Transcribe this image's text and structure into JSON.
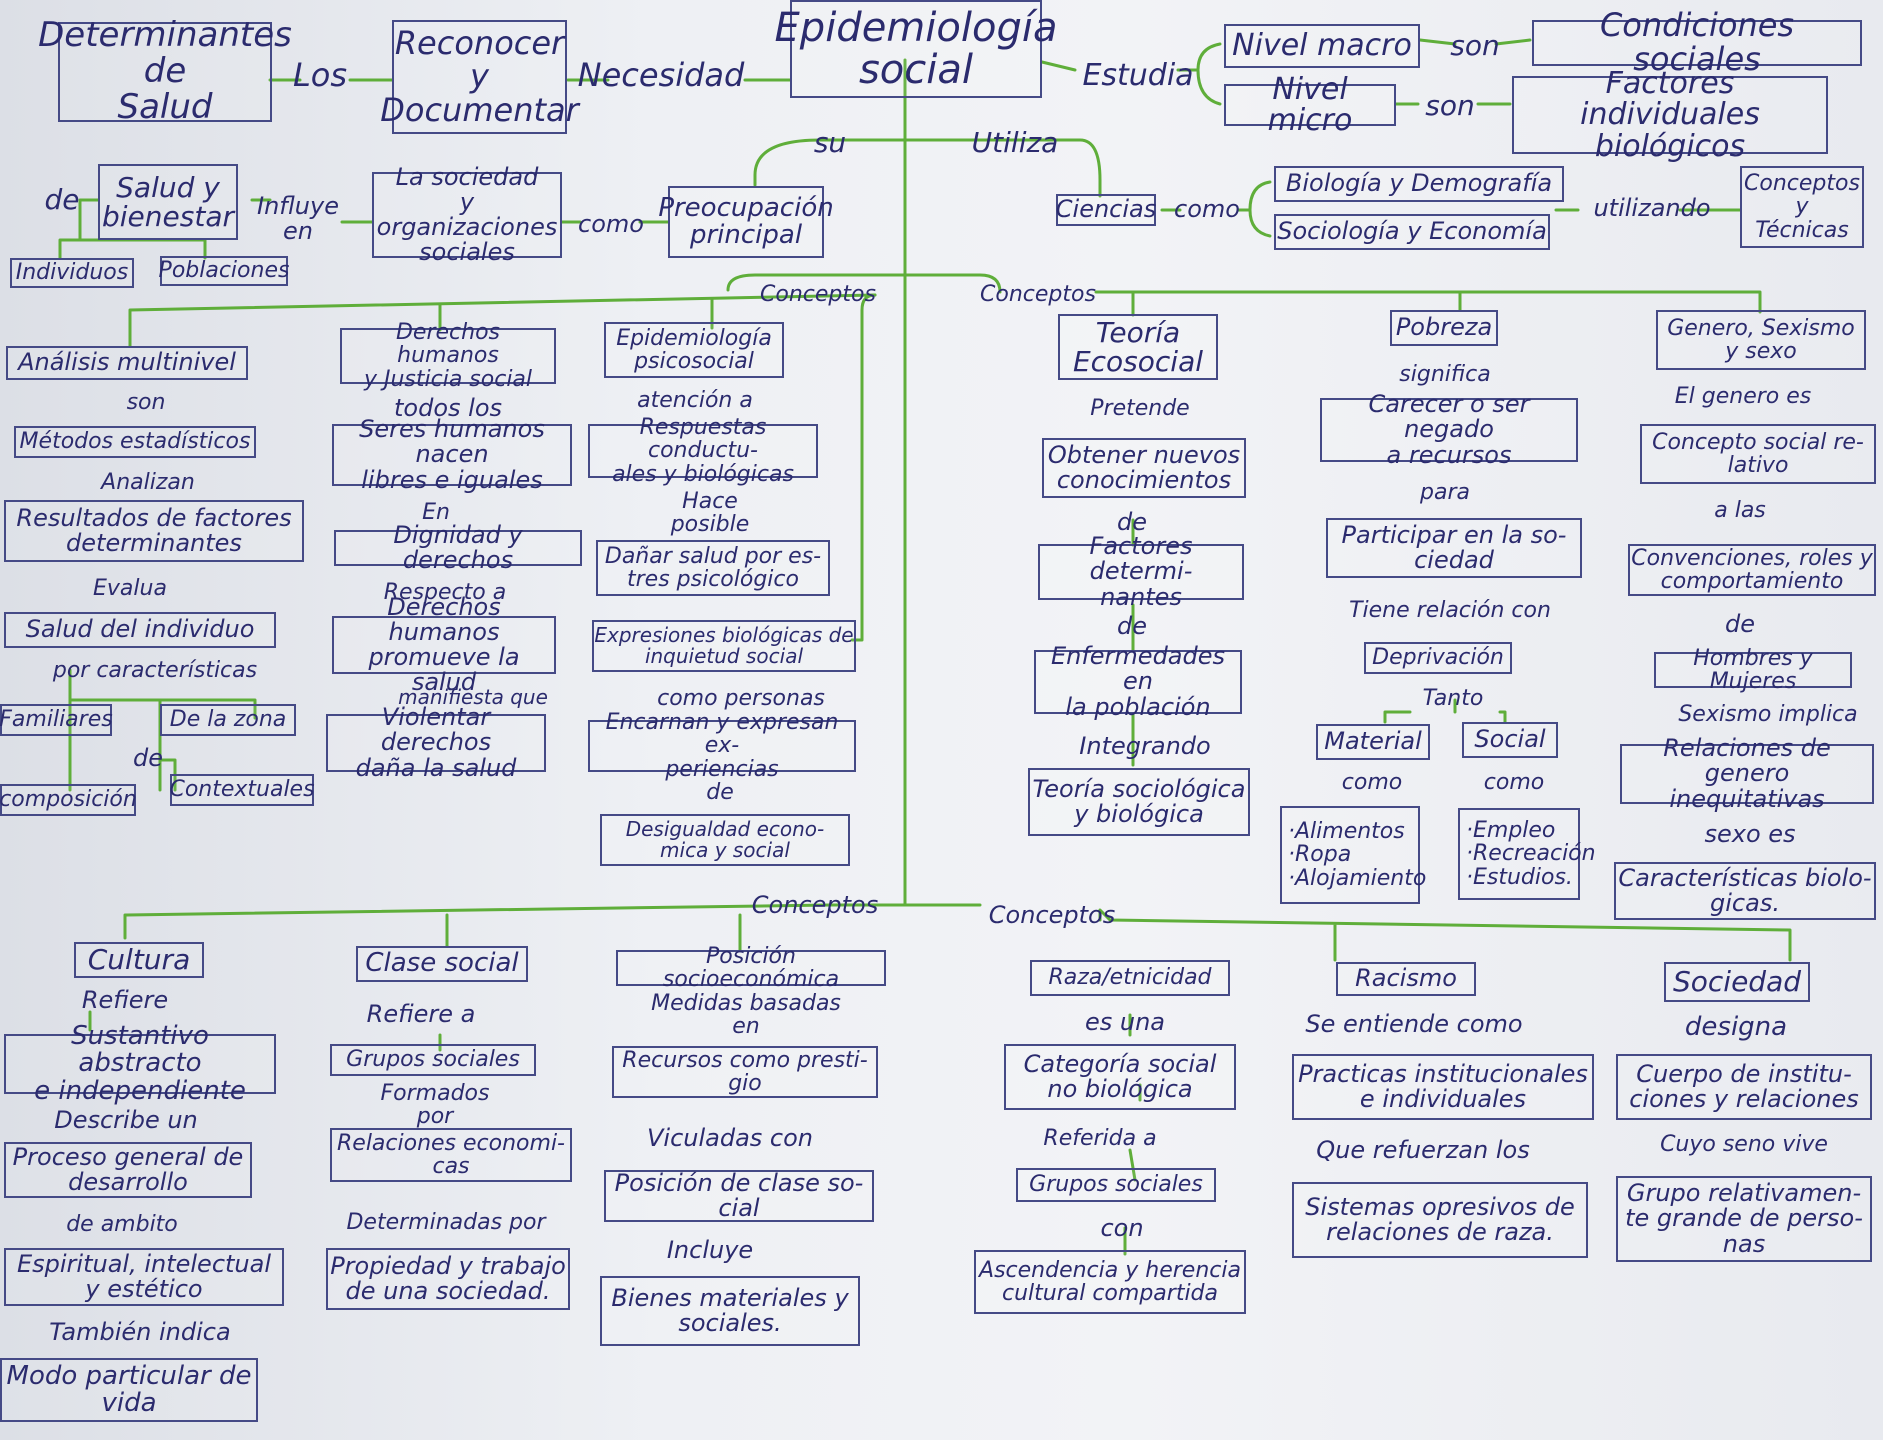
{
  "colors": {
    "ink": "#2b2b6e",
    "box_border": "#454a86",
    "connector": "#5fae3a",
    "paper": "#eef0f4"
  },
  "nodes": {
    "epidemiologia_social": "Epidemiología\nsocial",
    "determinantes_salud": "Determinantes\nde\nSalud",
    "los": "Los",
    "reconocer": "Reconocer\ny\nDocumentar",
    "necesidad": "Necesidad",
    "estudia": "Estudia",
    "nivel_macro": "Nivel macro",
    "son_macro": "son",
    "condiciones_sociales": "Condiciones sociales",
    "nivel_micro": "Nivel micro",
    "son_micro": "son",
    "factores_individuales": "Factores individuales\nbiológicos",
    "su": "su",
    "utiliza": "Utiliza",
    "preocupacion": "Preocupación\nprincipal",
    "como_preocupacion": "como",
    "sociedad_org": "La sociedad\ny organizaciones\nsociales",
    "influye_en": "Influye\nen",
    "salud_bienestar": "Salud y\nbienestar",
    "de_salud": "de",
    "individuos": "Individuos",
    "poblaciones": "Poblaciones",
    "ciencias": "Ciencias",
    "como_ciencias": "como",
    "biologia_demografia": "Biología y Demografía",
    "sociologia_economia": "Sociología y Economía",
    "utilizando": "utilizando",
    "conceptos_tecnicas": "Conceptos\ny\nTécnicas",
    "conceptos_1": "Conceptos",
    "conceptos_2": "Conceptos",
    "conceptos_3": "Conceptos",
    "conceptos_4": "Conceptos",
    "analisis_multinivel": "Análisis multinivel",
    "son_analisis": "son",
    "metodos_estadisticos": "Métodos estadísticos",
    "analizan": "Analizan",
    "resultados_factores": "Resultados de factores\ndeterminantes",
    "evalua": "Evalua",
    "salud_individuo": "Salud del individuo",
    "por_caracteristicas": "por características",
    "familiares": "Familiares",
    "de_la_zona": "De la zona",
    "de_composicion": "de",
    "composicion": "composición",
    "contextuales": "Contextuales",
    "derechos_humanos": "Derechos humanos\ny Justicia social",
    "todos_los": "todos los",
    "seres_humanos": "Seres humanos nacen\nlibres e iguales",
    "en_dignidad": "En",
    "dignidad": "Dignidad y derechos",
    "respecto_a": "Respecto a",
    "dh_promueve": "Derechos humanos\npromueve la salud",
    "manifiesta_que": "manifiesta que",
    "violentar": "Violentar derechos\ndaña la salud",
    "epi_psicosocial": "Epidemiología\npsicosocial",
    "atencion_a": "atención a",
    "respuestas": "Respuestas conductu-\nales y biológicas",
    "hace_posible": "Hace posible",
    "danar_salud": "Dañar salud por es-\ntres psicológico",
    "expresiones": "Expresiones biológicas de\ninquietud social",
    "como_personas": "como personas",
    "encarnan": "Encarnan y expresan ex-\nperiencias",
    "de_desigualdad": "de",
    "desigualdad": "Desigualdad econo-\nmica y social",
    "teoria_ecosocial": "Teoría\nEcosocial",
    "pretende": "Pretende",
    "obtener": "Obtener nuevos\nconocimientos",
    "de_factores": "de",
    "factores_determinantes": "Factores determi-\nnantes",
    "de_enfermedades": "de",
    "enfermedades": "Enfermedades en\nla población",
    "integrando": "Integrando",
    "teoria_socio": "Teoría sociológica\ny biológica",
    "pobreza": "Pobreza",
    "significa": "significa",
    "carecer": "Carecer o ser negado\na recursos",
    "para": "para",
    "participar": "Participar en la so-\nciedad",
    "tiene_relacion": "Tiene relación con",
    "deprivacion": "Deprivación",
    "tanto": "Tanto",
    "material": "Material",
    "social": "Social",
    "como_material": "como",
    "como_social": "como",
    "alimentos": "·Alimentos\n·Ropa\n·Alojamiento",
    "empleo": "·Empleo\n·Recreación\n·Estudios.",
    "genero": "Genero, Sexismo\ny sexo",
    "el_genero_es": "El genero es",
    "concepto_social": "Concepto social re-\nlativo",
    "a_las": "a las",
    "convenciones": "Convenciones, roles y\ncomportamiento",
    "de_hombres": "de",
    "hombres": "Hombres y Mujeres",
    "sexismo_implica": "Sexismo implica",
    "relaciones_genero": "Relaciones de genero\ninequitativas",
    "sexo_es": "sexo es",
    "caracteristicas_bio": "Características biolo-\ngicas.",
    "cultura": "Cultura",
    "refiere_cultura": "Refiere",
    "sustantivo": "Sustantivo abstracto\ne independiente",
    "describe_un": "Describe un",
    "proceso": "Proceso general de\ndesarrollo",
    "de_ambito": "de ambito",
    "espiritual": "Espiritual, intelectual\ny estético",
    "tambien_indica": "También indica",
    "modo": "Modo particular de\nvida",
    "clase_social": "Clase social",
    "refiere_a": "Refiere a",
    "grupos_sociales_1": "Grupos sociales",
    "formados_por": "Formados por",
    "relaciones_economicas": "Relaciones economi-\ncas",
    "determinadas_por": "Determinadas por",
    "propiedad": "Propiedad y trabajo\nde una sociedad.",
    "posicion_socio": "Posición socioeconómica",
    "medidas_basadas": "Medidas basadas en",
    "recursos": "Recursos como presti-\ngio",
    "vinculadas_con": "Viculadas con",
    "posicion_clase": "Posición de clase so-\ncial",
    "incluye": "Incluye",
    "bienes": "Bienes materiales y\nsociales.",
    "raza": "Raza/etnicidad",
    "es_una": "es una",
    "categoria": "Categoría social\nno biológica",
    "referida_a": "Referida a",
    "grupos_sociales_2": "Grupos sociales",
    "con": "con",
    "ascendencia": "Ascendencia y herencia\ncultural compartida",
    "racismo": "Racismo",
    "se_entiende": "Se entiende como",
    "practicas": "Practicas institucionales\ne individuales",
    "que_refuerzan": "Que refuerzan los",
    "sistemas": "Sistemas opresivos de\nrelaciones de raza.",
    "sociedad": "Sociedad",
    "designa": "designa",
    "cuerpo": "Cuerpo de institu-\nciones y relaciones",
    "cuyo_seno": "Cuyo seno vive",
    "grupo_relativamente": "Grupo relativamen-\nte grande de perso-\nnas"
  }
}
